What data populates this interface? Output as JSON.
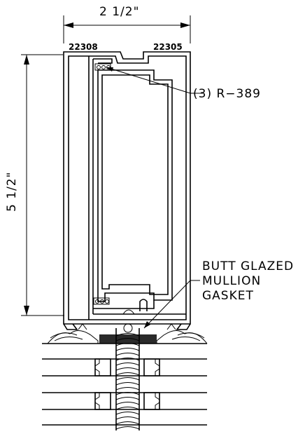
{
  "drawing": {
    "width_dimension": "2 1/2\"",
    "height_dimension": "5 1/2\"",
    "part_left": "22308",
    "part_right": "22305",
    "callout_setting_blocks": "(3) R−389",
    "callout_gasket_line1": "BUTT GLAZED",
    "callout_gasket_line2": "MULLION",
    "callout_gasket_line3": "GASKET"
  }
}
